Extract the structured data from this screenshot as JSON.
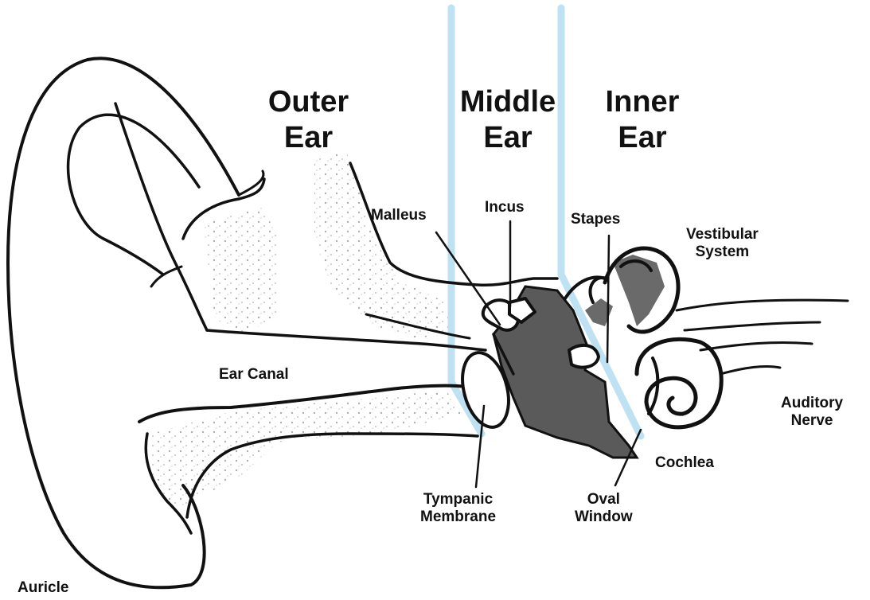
{
  "regions": {
    "outer": {
      "line1": "Outer",
      "line2": "Ear"
    },
    "middle": {
      "line1": "Middle",
      "line2": "Ear"
    },
    "inner": {
      "line1": "Inner",
      "line2": "Ear"
    }
  },
  "labels": {
    "malleus": "Malleus",
    "incus": "Incus",
    "stapes": "Stapes",
    "vestibular": {
      "line1": "Vestibular",
      "line2": "System"
    },
    "ear_canal": "Ear Canal",
    "auditory": {
      "line1": "Auditory",
      "line2": "Nerve"
    },
    "cochlea": "Cochlea",
    "tympanic": {
      "line1": "Tympanic",
      "line2": "Membrane"
    },
    "oval": {
      "line1": "Oval",
      "line2": "Window"
    },
    "auricle": "Auricle"
  },
  "colors": {
    "divider": "#bfe2f3",
    "ink": "#111111",
    "shade": "#555555",
    "stipple": "#9a9a9a"
  }
}
